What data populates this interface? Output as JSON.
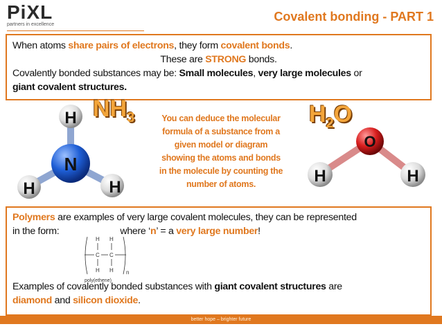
{
  "logo": {
    "brand": "PiXL",
    "tagline": "partners in excellence"
  },
  "header": {
    "title": "Covalent bonding - PART 1"
  },
  "box1": {
    "l1_a": "When atoms ",
    "l1_b": "share pairs of electrons",
    "l1_c": ", they form ",
    "l1_d": "covalent bonds",
    "l1_e": ".",
    "l2_a": "These are ",
    "l2_b": "STRONG",
    "l2_c": " bonds.",
    "l3_a": "Covalently bonded substances may be: ",
    "l3_b": "Small molecules",
    "l3_c": ", ",
    "l3_d": "very large molecules",
    "l3_e": " or",
    "l4": "giant covalent structures."
  },
  "molecules": {
    "nh3": {
      "formula": "NH",
      "sub": "3",
      "center": "N",
      "h1": "H",
      "h2": "H",
      "h3": "H"
    },
    "h2o": {
      "formula_a": "H",
      "sub": "2",
      "formula_b": "O",
      "center": "O",
      "h1": "H",
      "h2": "H"
    }
  },
  "middle_text": [
    "You can deduce the molecular",
    "formula of a substance from a",
    "given model or diagram",
    "showing the atoms and bonds",
    "in the molecule by counting the",
    "number of atoms."
  ],
  "box2": {
    "l1_a": "Polymers",
    "l1_b": " are examples of very large covalent molecules, they can be represented",
    "l2_a": "in the form:",
    "l2_b": "where ‘",
    "l2_c": "n",
    "l2_d": "’ = a ",
    "l2_e": "very large number",
    "l2_f": "!",
    "poly_caption": "poly(ethene)",
    "poly_n": "n",
    "l3_a": "Examples of covalently bonded substances with ",
    "l3_b": "giant covalent structures",
    "l3_c": " are",
    "l4_a": "diamond",
    "l4_b": " and ",
    "l4_c": "silicon dioxide",
    "l4_d": "."
  },
  "footer": {
    "text": "better hope – brighter future"
  },
  "colors": {
    "accent": "#e0781f",
    "nitrogen": "#1f5fd6",
    "oxygen": "#d81e1e",
    "hydrogen": "#e8e8e8"
  }
}
